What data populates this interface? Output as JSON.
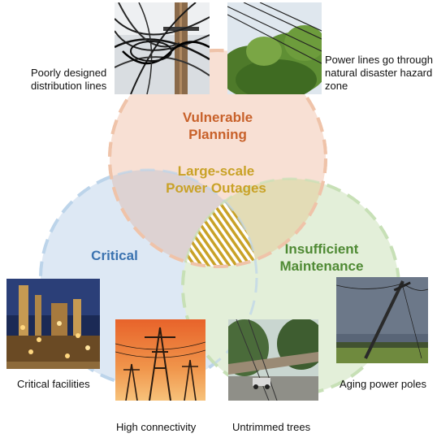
{
  "sets": {
    "planning": {
      "label_line1": "Vulnerable",
      "label_line2": "Planning",
      "fill": "#f8e0d4",
      "stroke": "#efc3a9",
      "text_color": "#c8612a"
    },
    "critical": {
      "label": "Critical",
      "fill": "#dde8f4",
      "stroke": "#bcd4ea",
      "text_color": "#3b73b0"
    },
    "maintenance": {
      "label_line1": "Insufficient",
      "label_line2": "Maintenance",
      "fill": "#e3efd9",
      "stroke": "#c7dfb6",
      "text_color": "#4f8a34"
    }
  },
  "overlap_planning_critical_fill": "#ddd2d2",
  "overlap_planning_maintenance_fill": "#e3dcb6",
  "center": {
    "label_line1": "Large-scale",
    "label_line2": "Power Outages",
    "text_color": "#c9a227",
    "hatch_color": "#c9a227"
  },
  "photos": {
    "distribution_lines": {
      "caption_line1": "Poorly designed",
      "caption_line2": "distribution lines",
      "icon": "tangled-wires-photo"
    },
    "hazard_zone": {
      "caption_line1": "Power lines go through",
      "caption_line2": "natural disaster hazard",
      "caption_line3": "zone",
      "icon": "trees-power-lines-photo"
    },
    "critical_facilities": {
      "caption": "Critical facilities",
      "icon": "industrial-plant-photo"
    },
    "high_connectivity": {
      "caption": "High connectivity",
      "icon": "transmission-towers-photo"
    },
    "untrimmed_trees": {
      "caption": "Untrimmed trees",
      "icon": "fallen-tree-photo"
    },
    "aging_poles": {
      "caption": "Aging power poles",
      "icon": "leaning-pole-photo"
    }
  }
}
